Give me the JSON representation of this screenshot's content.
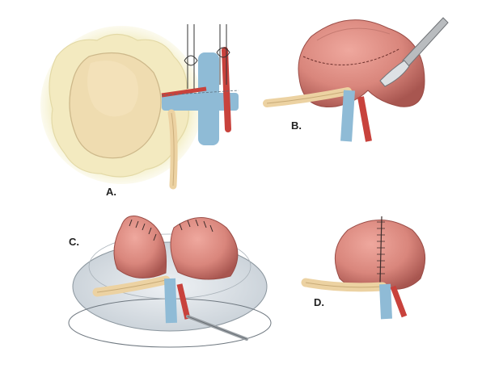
{
  "panels": [
    {
      "id": "a",
      "label": "A."
    },
    {
      "id": "b",
      "label": "B."
    },
    {
      "id": "c",
      "label": "C."
    },
    {
      "id": "d",
      "label": "D."
    }
  ],
  "colors": {
    "kidney": "#d9867c",
    "kidney_shadow": "#b5615a",
    "vein": "#8fbbd6",
    "artery": "#c8423c",
    "ureter": "#ecd2a2",
    "fat": "#f0ebc0",
    "ice": "#d7dde2"
  }
}
